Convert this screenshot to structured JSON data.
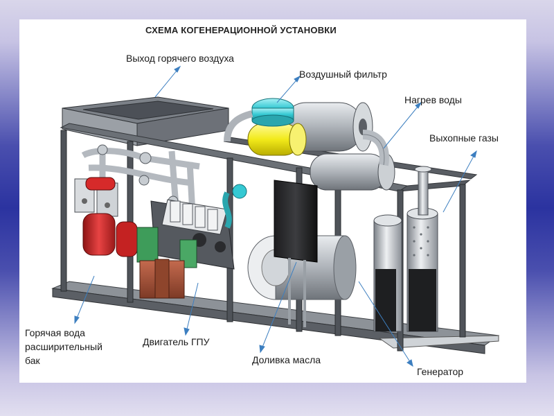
{
  "title": "СХЕМА КОГЕНЕРАЦИОННОЙ УСТАНОВКИ",
  "labels": {
    "hot_air_outlet": "Выход горячего воздуха",
    "air_filter": "Воздушный фильтр",
    "water_heating": "Нагрев воды",
    "exhaust_gases": "Выхопные газы",
    "hot_water_line1": "Горячая вода",
    "hot_water_line2": "расширительный",
    "hot_water_line3": "бак",
    "gpu_engine": "Двигатель ГПУ",
    "oil_topping": "Доливка масла",
    "generator": "Генератор"
  },
  "colors": {
    "leader": "#3d7fc0",
    "frame": "#4a4e55",
    "filter_cyan": "#35c9d3",
    "filter_yellow": "#f2ea1a",
    "tank_red": "#d62a2a",
    "steel": "#b9bec4"
  }
}
